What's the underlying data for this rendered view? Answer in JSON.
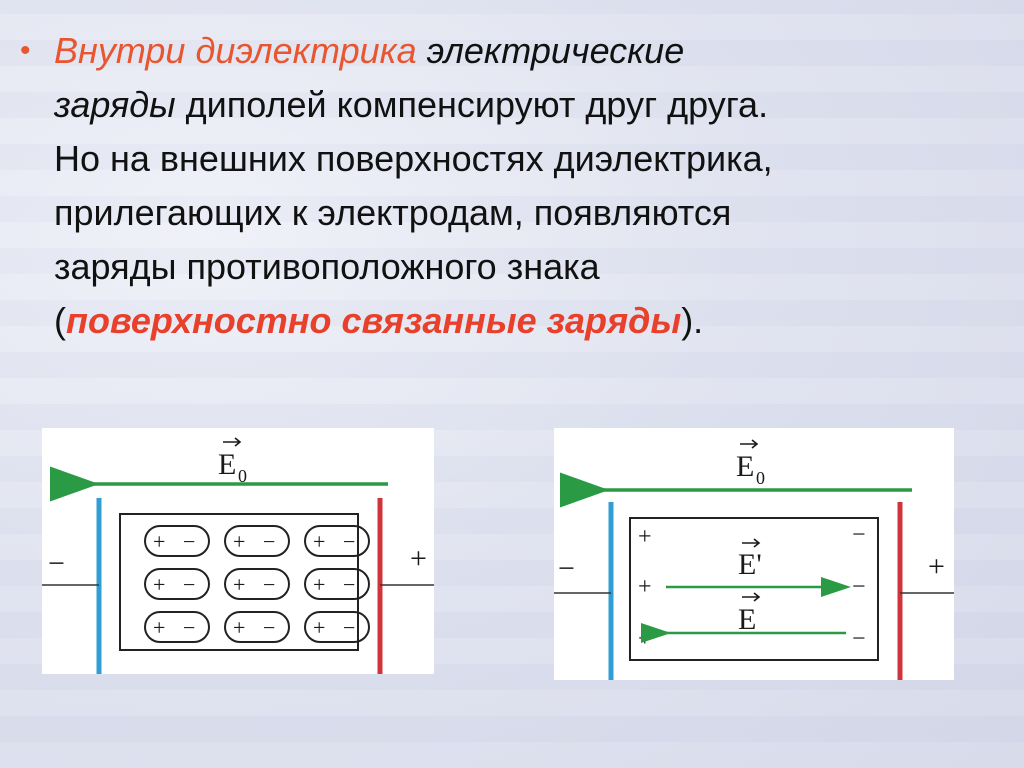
{
  "slide": {
    "bullet_symbol": "•",
    "text": {
      "p1_red": "Внутри диэлектрика",
      "p1_black_italic_1": "электрические",
      "p1_black_italic_2": "заряды",
      "p1_rest_line2": "диполей компенсируют друг друга.",
      "line3": "Но на внешних поверхностях диэлектрика,",
      "line4": "прилегающих к электродам, появляются",
      "line5": "заряды противоположного знака",
      "line6_open": "(",
      "line6_red_bold": "поверхностно связанные заряды",
      "line6_close": ")."
    }
  },
  "figure_left": {
    "field_label": "E",
    "field_subscript": "0",
    "left_sign": "−",
    "right_sign": "+",
    "dipole_plus": "+",
    "dipole_minus": "−",
    "dipole_rows": 3,
    "dipole_cols": 3
  },
  "figure_right": {
    "field_label": "E",
    "field_subscript": "0",
    "left_sign": "−",
    "right_sign": "+",
    "inner_left_signs": [
      "+",
      "+",
      "+"
    ],
    "inner_right_signs": [
      "−",
      "−",
      "−"
    ],
    "field_prime_label": "E'",
    "field_net_label": "E"
  },
  "colors": {
    "accent_red": "#e8562f",
    "electrode_blue": "#2f9fd4",
    "electrode_red": "#d0343a",
    "arrow_green": "#2a9a44"
  }
}
